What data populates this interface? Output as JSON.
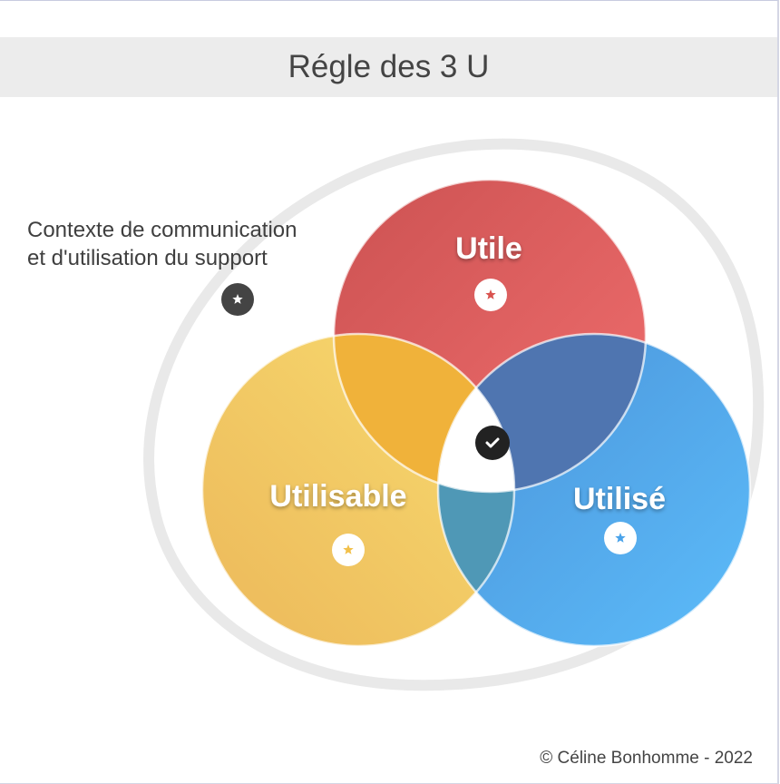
{
  "title": "Régle des 3 U",
  "context_label": {
    "line1": "Contexte de communication",
    "line2": "et d'utilisation du support"
  },
  "circles": [
    {
      "label": "Utile",
      "color": "#e05f5f",
      "icon": "star-icon"
    },
    {
      "label": "Utilisable",
      "color": "#f2c55e",
      "icon": "star-icon"
    },
    {
      "label": "Utilisé",
      "color": "#52a9ee",
      "icon": "star-icon"
    }
  ],
  "center_icon": "check-icon",
  "footer": "© Céline Bonhomme - 2022"
}
